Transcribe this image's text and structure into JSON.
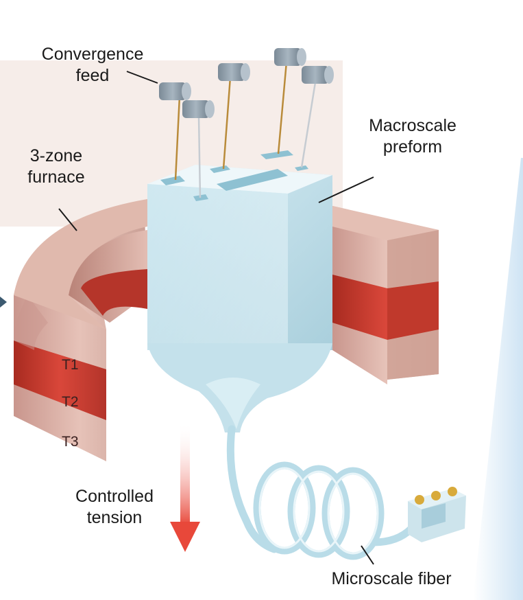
{
  "labels": {
    "convergence_feed": [
      "Convergence",
      "feed"
    ],
    "furnace": [
      "3-zone",
      "furnace"
    ],
    "preform": [
      "Macroscale",
      "preform"
    ],
    "tension": [
      "Controlled",
      "tension"
    ],
    "fiber": "Microscale fiber"
  },
  "zones": [
    "T1",
    "T2",
    "T3"
  ],
  "colors": {
    "furnace_pink": "#d9aea4",
    "furnace_red": "#c23a2a",
    "preform_blue": "#cfe6ee",
    "fiber_blue": "#b9dce8",
    "arrow_red": "#e8483a",
    "wire_gold": "#b98b3a",
    "spool_grey": "#8a99a6",
    "backdrop": "#f6ede9"
  },
  "icons": {
    "tension_arrow": "arrow-down-icon",
    "spool": "spool-icon",
    "connector": "connector-icon"
  }
}
